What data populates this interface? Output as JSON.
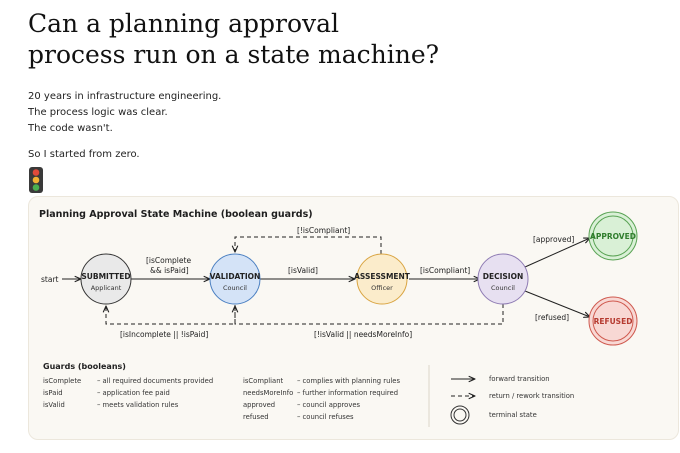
{
  "header": {
    "line1": "Can a planning approval",
    "line2": "process run on a state machine?"
  },
  "intro": {
    "lines": [
      "20 years in infrastructure engineering.",
      "The process logic was clear.",
      "The code wasn't."
    ],
    "closing": "So I started from zero."
  },
  "icon": "traffic-light-icon",
  "diagram": {
    "title": "Planning Approval State Machine (boolean guards)",
    "start_label": "start",
    "nodes": {
      "submitted": {
        "title": "SUBMITTED",
        "sub": "Applicant",
        "color": "#e9e9e9",
        "stroke": "#333333"
      },
      "validation": {
        "title": "VALIDATION",
        "sub": "Council",
        "color": "#d4e3f7",
        "stroke": "#4a7fc1"
      },
      "assessment": {
        "title": "ASSESSMENT",
        "sub": "Officer",
        "color": "#fbeccb",
        "stroke": "#d9a441"
      },
      "decision": {
        "title": "DECISION",
        "sub": "Council",
        "color": "#e7e0f1",
        "stroke": "#8e7bb3"
      },
      "approved": {
        "title": "APPROVED",
        "color": "#d9f0d6",
        "stroke": "#5aa355",
        "text": "#2f7d2c"
      },
      "refused": {
        "title": "REFUSED",
        "color": "#f8d8d4",
        "stroke": "#cf5a4f",
        "text": "#b53a30"
      }
    },
    "edges": {
      "submit_to_validation_1": "[isComplete",
      "submit_to_validation_2": "&& isPaid]",
      "validation_to_assessment": "[isValid]",
      "assessment_to_decision": "[isCompliant]",
      "decision_to_approved": "[approved]",
      "decision_to_refused": "[refused]",
      "assessment_back_to_validation": "[!isCompliant]",
      "validation_back_to_submitted": "[isIncomplete || !isPaid]",
      "decision_back_to_validation": "[!isValid || needsMoreInfo]"
    },
    "guards": {
      "heading": "Guards (booleans)",
      "items_left": [
        {
          "key": "isComplete",
          "desc": "– all required documents provided"
        },
        {
          "key": "isPaid",
          "desc": "– application fee paid"
        },
        {
          "key": "isValid",
          "desc": "– meets validation rules"
        }
      ],
      "items_right": [
        {
          "key": "isCompliant",
          "desc": "– complies with planning rules"
        },
        {
          "key": "needsMoreInfo",
          "desc": "– further information required"
        },
        {
          "key": "approved",
          "desc": "– council approves"
        },
        {
          "key": "refused",
          "desc": "– council refuses"
        }
      ]
    },
    "legend": {
      "forward": "forward transition",
      "return": "return / rework transition",
      "terminal": "terminal state"
    }
  }
}
